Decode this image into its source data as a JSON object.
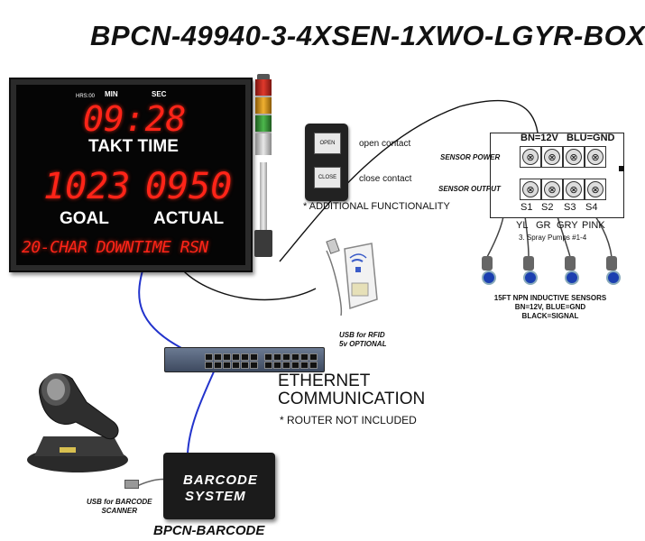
{
  "title": "BPCN-49940-3-4XSEN-1XWO-LGYR-BOX",
  "board": {
    "tiny_label": "HRS:00",
    "min_label": "MIN",
    "sec_label": "SEC",
    "time_value": "09:28",
    "time_label": "TAKT TIME",
    "goal_value": "1023",
    "actual_value": "0950",
    "goal_label": "GOAL",
    "actual_label": "ACTUAL",
    "message": "20-CHAR DOWNTIME RSN"
  },
  "contact_box": {
    "open_button": "OPEN",
    "close_button": "CLOSE",
    "open_label": "open contact",
    "close_label": "close contact",
    "note": "* ADDITIONAL FUNCTIONALITY"
  },
  "terminal": {
    "top_label_left": "BN=12V",
    "top_label_right": "BLU=GND",
    "row1_label": "SENSOR  POWER",
    "row2_label": "SENSOR  OUTPUT",
    "channels": [
      "S1",
      "S2",
      "S3",
      "S4"
    ],
    "wire_colors": [
      "YL",
      "GR",
      "GRY",
      "PINK"
    ],
    "pumps_label": "3. Spray Pumps #1-4"
  },
  "sensors": {
    "line1": "15FT NPN INDUCTIVE SENSORS",
    "line2": "BN=12V, BLUE=GND",
    "line3": "BLACK=SIGNAL"
  },
  "rfid": {
    "line1": "USB for RFID",
    "line2": "5v OPTIONAL"
  },
  "ethernet": {
    "line1": "ETHERNET",
    "line2": "COMMUNICATION",
    "note": "* ROUTER NOT INCLUDED"
  },
  "barcode": {
    "box_line1": "BARCODE",
    "box_line2": "SYSTEM",
    "part_number": "BPCN-BARCODE",
    "usb_line1": "USB for BARCODE",
    "usb_line2": "SCANNER"
  },
  "colors": {
    "led_red": "#ff2418",
    "wire_blue": "#2233cc",
    "stack_red": "#c8281e",
    "stack_amber": "#e8a018",
    "stack_green": "#3a9a3a"
  }
}
